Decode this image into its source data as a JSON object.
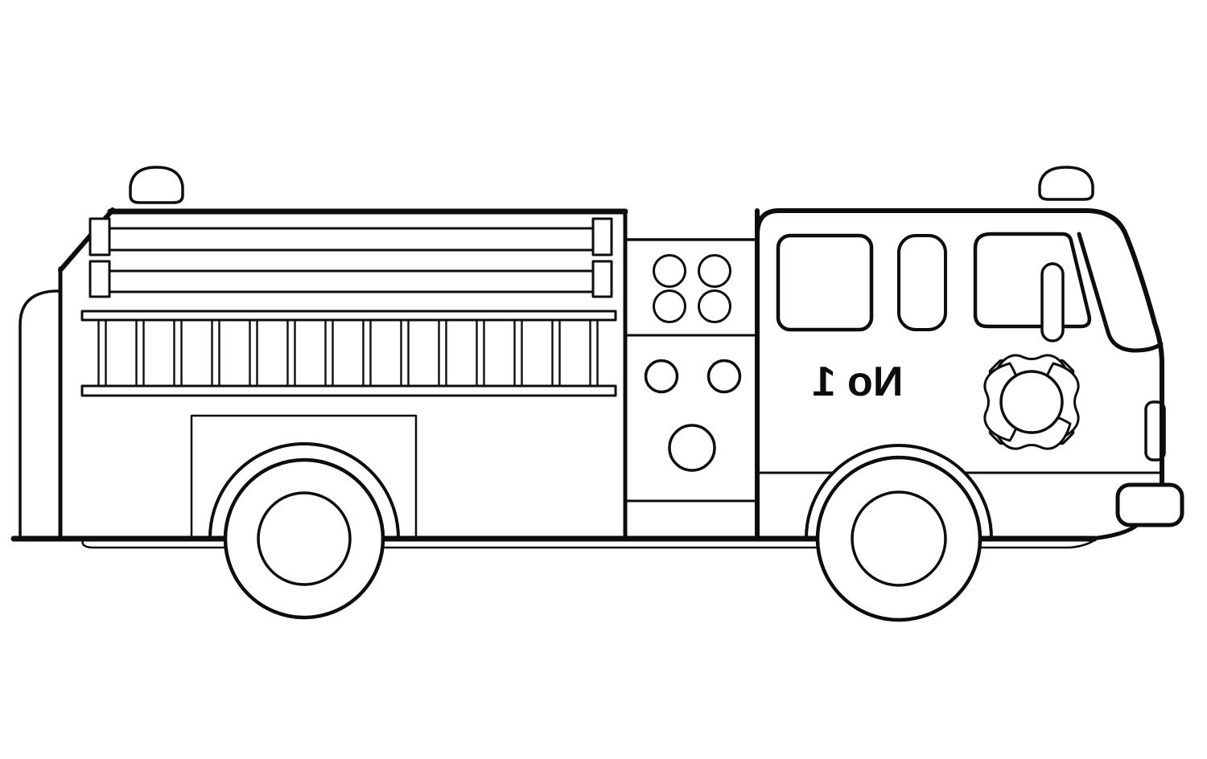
{
  "artwork": {
    "subject": "fire truck side view coloring page"
  },
  "truck": {
    "unit_label": "No 1",
    "unit_label_mirrored": true
  },
  "ladder": {
    "rung_count": 14
  },
  "pump_panel": {
    "top_circles": 4,
    "mid_small_circles": 2,
    "large_circles": 1
  },
  "colors": {
    "line": "#0d0d0d",
    "background": "#ffffff"
  }
}
